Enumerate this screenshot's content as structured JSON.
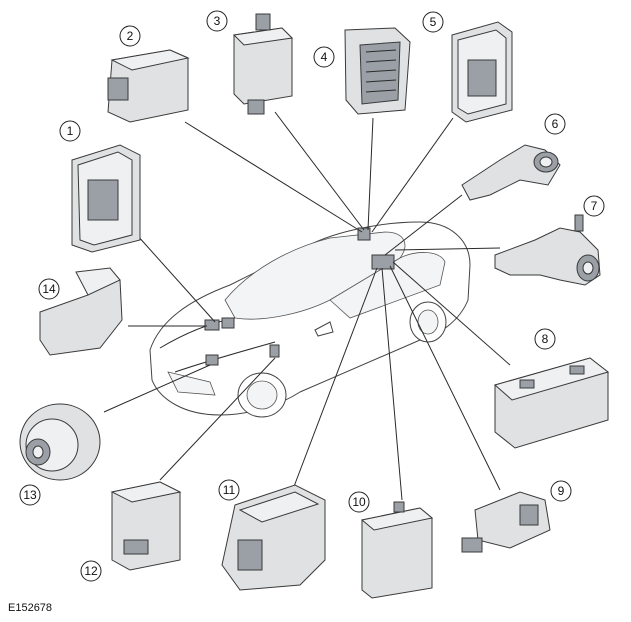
{
  "figure_id": "E152678",
  "callouts": [
    "1",
    "2",
    "3",
    "4",
    "5",
    "6",
    "7",
    "8",
    "9",
    "10",
    "11",
    "12",
    "13",
    "14"
  ]
}
